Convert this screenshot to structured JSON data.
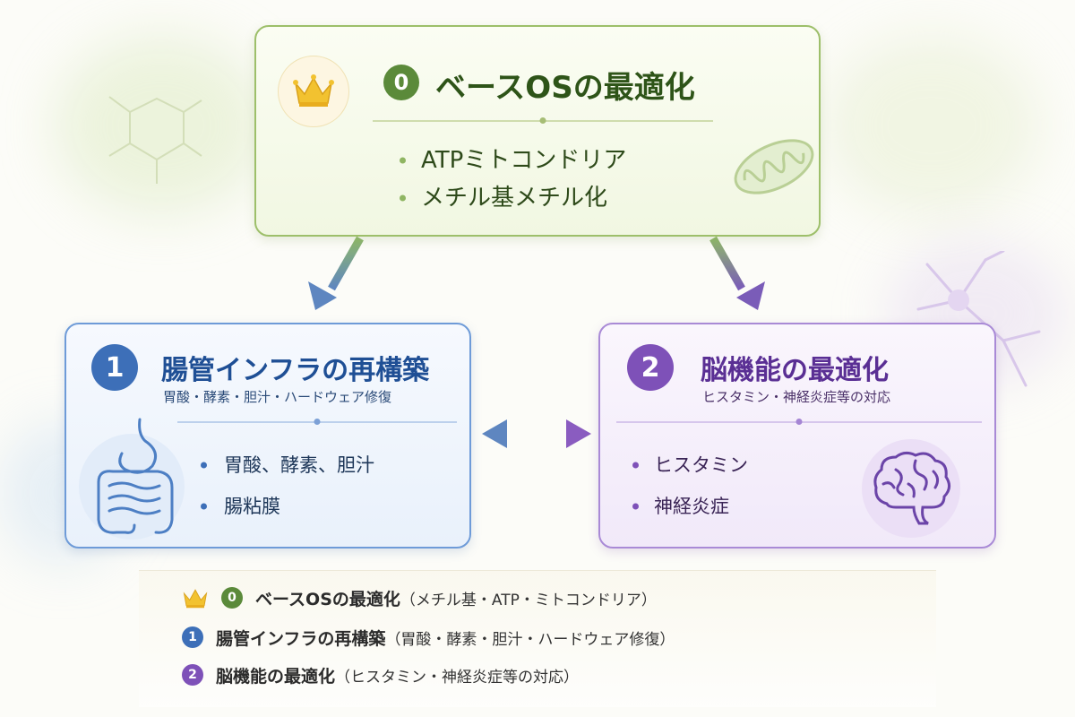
{
  "top_box": {
    "badge": "0",
    "title": "ベースOSの最適化",
    "bullets": [
      "ATPミトコンドリア",
      "メチル基メチル化"
    ],
    "colors": {
      "accent": "#5b8a3a",
      "border": "#9dbf6a"
    }
  },
  "left_box": {
    "badge": "1",
    "title": "腸管インフラの再構築",
    "subtitle": "胃酸・酵素・胆汁・ハードウェア修復",
    "bullets": [
      "胃酸、酵素、胆汁",
      "腸粘膜"
    ],
    "colors": {
      "accent": "#3d6fb8",
      "border": "#6e9bd8"
    }
  },
  "right_box": {
    "badge": "2",
    "title": "脳機能の最適化",
    "subtitle": "ヒスタミン・神経炎症等の対応",
    "bullets": [
      "ヒスタミン",
      "神経炎症"
    ],
    "colors": {
      "accent": "#7e51b8",
      "border": "#a98ad6"
    }
  },
  "legend": {
    "rows": [
      {
        "badge": "0",
        "head": "ベースOSの最適化",
        "tail": "（メチル基・ATP・ミトコンドリア）"
      },
      {
        "badge": "1",
        "head": "腸管インフラの再構築",
        "tail": "（胃酸・酵素・胆汁・ハードウェア修復）"
      },
      {
        "badge": "2",
        "head": "脳機能の最適化",
        "tail": "（ヒスタミン・神経炎症等の対応）"
      }
    ]
  },
  "icons": [
    "crown-icon",
    "mitochondria-icon",
    "intestine-icon",
    "brain-icon",
    "molecule-icon",
    "neuron-icon"
  ]
}
